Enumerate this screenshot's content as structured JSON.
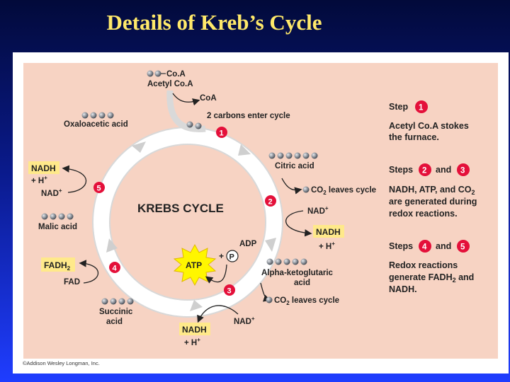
{
  "slide": {
    "title": "Details of Kreb’s Cycle"
  },
  "cycle": {
    "title": "KREBS CYCLE",
    "coa_top": "Co.A",
    "acetyl_coa": "Acetyl Co.A",
    "coa_release": "CoA",
    "two_carbons": "2 carbons enter cycle",
    "citric_acid": "Citric acid",
    "co2_1": "CO",
    "co2_1_sub": "2",
    "co2_1_tail": " leaves cycle",
    "nad_plus_1": "NAD",
    "nadh_1": "NADH",
    "h_plus_1": "+ H",
    "alpha_kg_1": "Alpha-ketoglutaric",
    "alpha_kg_2": "acid",
    "co2_2": "CO",
    "co2_2_sub": "2",
    "co2_2_tail": " leaves cycle",
    "adp": "ADP",
    "atp": "ATP",
    "p": "P",
    "plus": "+",
    "nad_plus_2": "NAD",
    "nadh_2": "NADH",
    "h_plus_2": "+ H",
    "succinic_1": "Succinic",
    "succinic_2": "acid",
    "fadh2": "FADH",
    "fadh2_sub": "2",
    "fad": "FAD",
    "malic_acid": "Malic acid",
    "nadh_3": "NADH",
    "h_plus_3": "+ H",
    "nad_plus_3": "NAD",
    "oxaloacetic": "Oxaloacetic acid",
    "sup_plus": "+",
    "steps": {
      "s1": "1",
      "s2": "2",
      "s3": "3",
      "s4": "4",
      "s5": "5"
    }
  },
  "legend": {
    "step_word": "Step",
    "step1_text_1": "Acetyl Co.A stokes",
    "step1_text_2": "the furnace.",
    "steps_word": "Steps",
    "and_word": "and",
    "step23_text_1": "NADH, ATP, and CO",
    "step23_text_1_sub": "2",
    "step23_text_2": "are generated during",
    "step23_text_3": "redox reactions.",
    "step45_text_1": "Redox reactions",
    "step45_text_2a": "generate FADH",
    "step45_text_2_sub": "2",
    "step45_text_2b": " and",
    "step45_text_3": "NADH."
  },
  "credit": "©Addison Wesley Longman, Inc.",
  "colors": {
    "title": "#ffe96a",
    "diagram_bg": "#f7d3c3",
    "ring": "#ffffff",
    "step_badge": "#e4103a",
    "highlight_box": "#ffe98a",
    "atp_burst": "#fff600",
    "molecule": "#7a7f86"
  }
}
